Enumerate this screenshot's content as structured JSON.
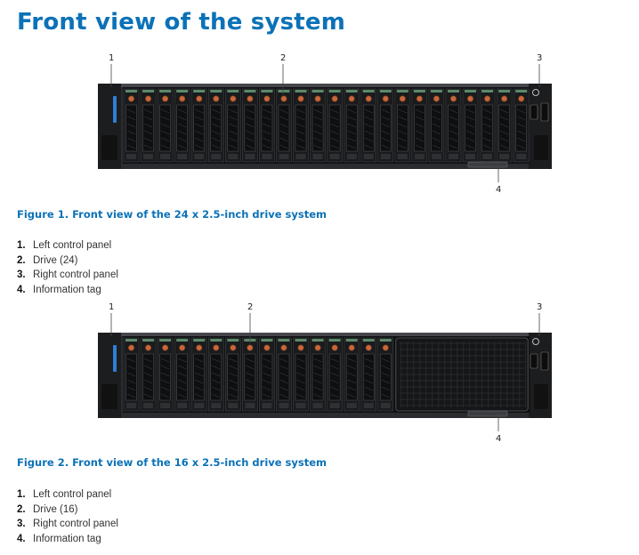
{
  "title": "Front view of the system",
  "figures": [
    {
      "drive_count": 24,
      "callouts": [
        "1",
        "2",
        "3",
        "4"
      ],
      "caption": "Figure 1. Front view of the 24 x 2.5-inch drive system",
      "items": [
        {
          "num": "1.",
          "text": "Left control panel"
        },
        {
          "num": "2.",
          "text": "Drive (24)"
        },
        {
          "num": "3.",
          "text": "Right control panel"
        },
        {
          "num": "4.",
          "text": "Information tag"
        }
      ]
    },
    {
      "drive_count": 16,
      "callouts": [
        "1",
        "2",
        "3",
        "4"
      ],
      "caption": "Figure 2. Front view of the 16 x 2.5-inch drive system",
      "items": [
        {
          "num": "1.",
          "text": "Left control panel"
        },
        {
          "num": "2.",
          "text": "Drive (16)"
        },
        {
          "num": "3.",
          "text": "Right control panel"
        },
        {
          "num": "4.",
          "text": "Information tag"
        }
      ]
    }
  ],
  "colors": {
    "heading": "#0b72b8",
    "chassis": "#2a2c2f",
    "drive_face": "#1a1b1d",
    "drive_accent": "#c9663a",
    "drive_top": "#5a8a6a",
    "led_blue": "#2f7fd6"
  }
}
